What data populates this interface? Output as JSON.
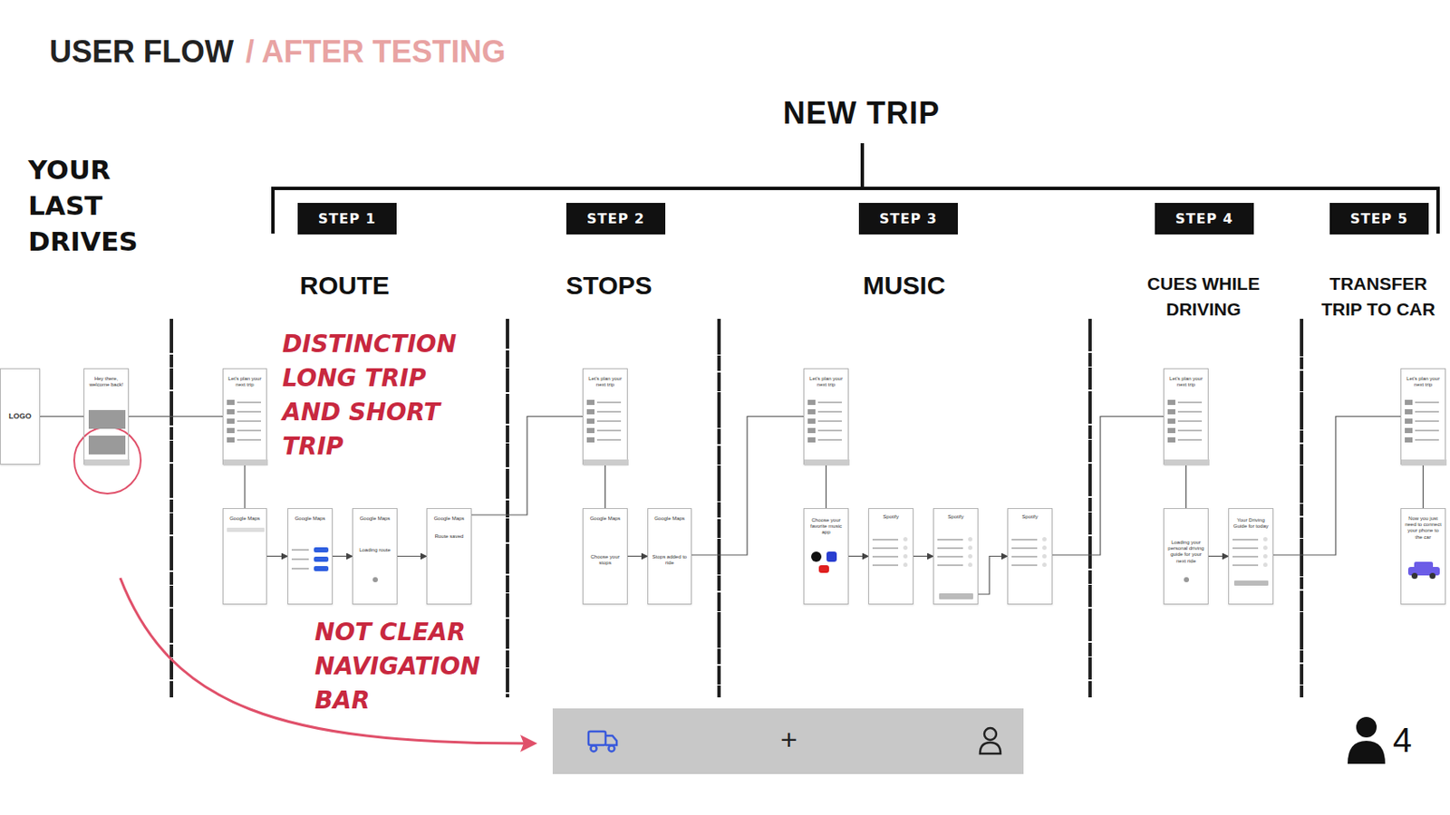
{
  "diagram": {
    "title": "USER FLOW",
    "nodes": [
      {
        "text": [
          "STEP 1"
        ]
      },
      {
        "text": [
          "STEP 2"
        ]
      },
      {
        "text": [
          "STEP 3"
        ]
      },
      {
        "text": [
          "STEP 4"
        ]
      },
      {
        "text": [
          "STEP 5"
        ]
      },
      {
        "text": [
          "LOGO"
        ]
      },
      {
        "text": [
          "Hey there, welcome back!"
        ]
      },
      {
        "text": [
          "Let's plan your next trip"
        ]
      },
      {
        "text": [
          "Google Maps"
        ]
      },
      {
        "text": [
          "Google Maps"
        ]
      },
      {
        "text": [
          "Google Maps",
          "Loading route"
        ]
      },
      {
        "text": [
          "Google Maps",
          "Route saved"
        ]
      },
      {
        "text": [
          "Let's plan your next trip"
        ]
      },
      {
        "text": [
          "Google Maps",
          "Choose your stops"
        ]
      },
      {
        "text": [
          "Google Maps",
          "Stops added to ride"
        ]
      },
      {
        "text": [
          "Let's plan your next trip"
        ]
      },
      {
        "text": [
          "Choose your favorite music app"
        ]
      },
      {
        "text": [
          "Spotify"
        ]
      },
      {
        "text": [
          "Spotify"
        ]
      },
      {
        "text": [
          "Spotify"
        ]
      },
      {
        "text": [
          "Let's plan your next trip"
        ]
      },
      {
        "text": [
          "Loading your personal driving guide for your next ride"
        ]
      },
      {
        "text": [
          "Your Driving Guide for today"
        ]
      },
      {
        "text": [
          "Let's plan your next trip"
        ]
      },
      {
        "text": [
          "Now you just need to connect your phone to the car"
        ]
      }
    ],
    "edges": [
      {
        "from": 5,
        "to": 6,
        "arrow": "none"
      },
      {
        "from": 6,
        "to": 7,
        "arrow": "none"
      },
      {
        "from": 7,
        "to": 8,
        "arrow": "none"
      },
      {
        "from": 8,
        "to": 9,
        "arrow": "to"
      },
      {
        "from": 9,
        "to": 10,
        "arrow": "to"
      },
      {
        "from": 10,
        "to": 11,
        "arrow": "to"
      },
      {
        "from": 11,
        "to": 12,
        "arrow": "none"
      },
      {
        "from": 12,
        "to": 13,
        "arrow": "none"
      },
      {
        "from": 13,
        "to": 14,
        "arrow": "to"
      },
      {
        "from": 14,
        "to": 15,
        "arrow": "none"
      },
      {
        "from": 15,
        "to": 16,
        "arrow": "none"
      },
      {
        "from": 16,
        "to": 17,
        "arrow": "to"
      },
      {
        "from": 17,
        "to": 18,
        "arrow": "to"
      },
      {
        "from": 18,
        "to": 19,
        "arrow": "to"
      },
      {
        "from": 19,
        "to": 20,
        "arrow": "none"
      },
      {
        "from": 20,
        "to": 21,
        "arrow": "none"
      },
      {
        "from": 21,
        "to": 22,
        "arrow": "to"
      },
      {
        "from": 22,
        "to": 23,
        "arrow": "none"
      },
      {
        "from": 23,
        "to": 24,
        "arrow": "none"
      }
    ],
    "labels": [
      "/ AFTER TESTING",
      "NEW TRIP",
      "ROUTE",
      "STOPS",
      "MUSIC",
      "CUES WHILE DRIVING",
      "TRANSFER TRIP TO CAR",
      "YOUR LAST DRIVES",
      "DISTINCTION LONG TRIP AND SHORT TRIP",
      "NOT CLEAR NAVIGATION BAR",
      "+",
      "4"
    ]
  }
}
